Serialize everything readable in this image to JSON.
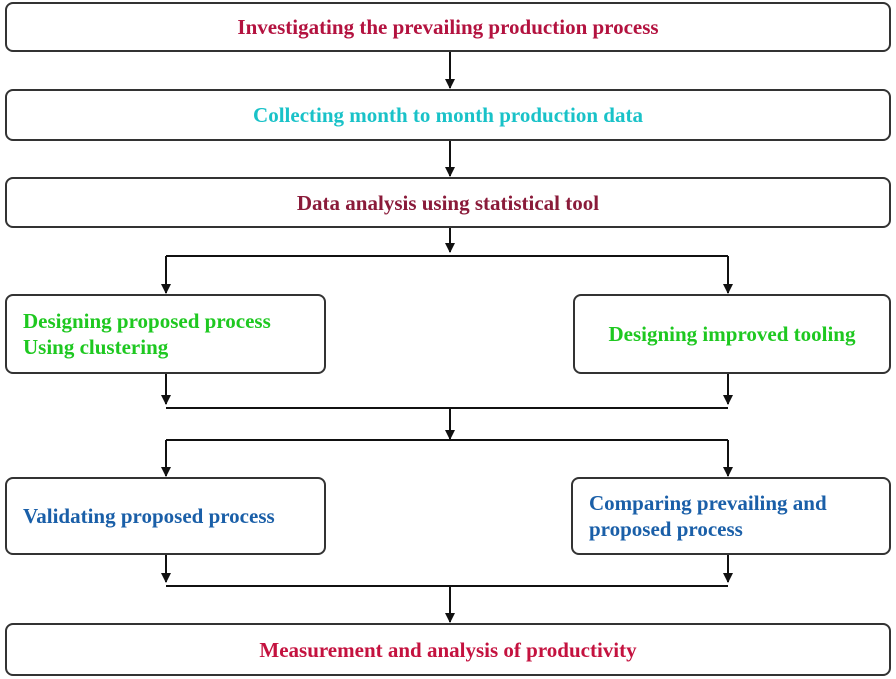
{
  "steps": {
    "investigate": "Investigating the prevailing production process",
    "collect": "Collecting month to month production data",
    "analysis": "Data analysis using statistical tool",
    "design_process": [
      "Designing proposed process",
      "Using clustering"
    ],
    "design_tooling": "Designing improved tooling",
    "validate": "Validating proposed process",
    "compare": [
      "Comparing prevailing and",
      "proposed process"
    ],
    "measure": "Measurement and analysis of productivity"
  },
  "colors": {
    "maroon": "#b3123f",
    "cyan": "#19c2c8",
    "dark_maroon": "#8a1b3a",
    "green": "#1ec820",
    "blue": "#1a5fa8",
    "red": "#c4123f",
    "line": "#111111"
  }
}
